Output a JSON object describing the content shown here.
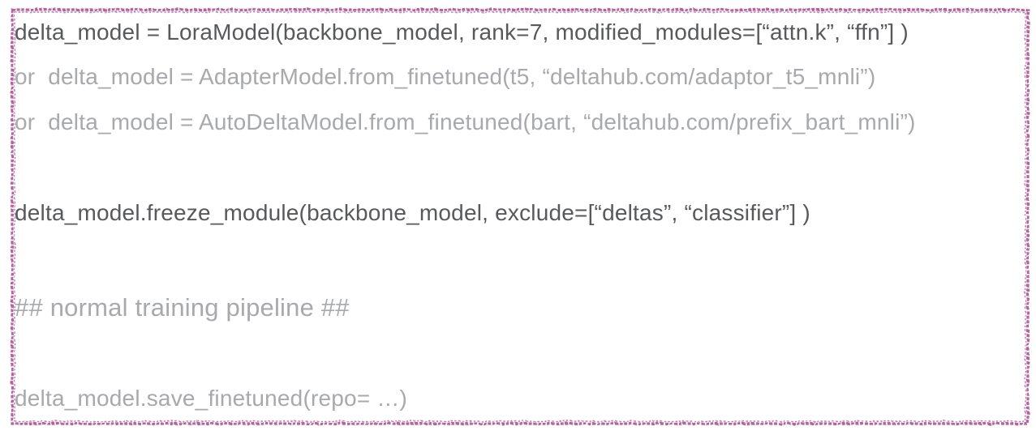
{
  "figure": {
    "title": "delta-model pseudocode example",
    "colors": {
      "border": "#b2659c",
      "dark_text": "#58595b",
      "light_text": "#a7a9ac",
      "background": "#ffffff"
    },
    "lines": [
      {
        "text": "delta_model = LoraModel(backbone_model, rank=7, modified_modules=[“attn.k”, “ffn”] )",
        "tone": "dark"
      },
      {
        "text": "or  delta_model = AdapterModel.from_finetuned(t5, “deltahub.com/adaptor_t5_mnli”)",
        "tone": "light"
      },
      {
        "text": "or  delta_model = AutoDeltaModel.from_finetuned(bart, “deltahub.com/prefix_bart_mnli”)",
        "tone": "light"
      },
      {
        "text": "delta_model.freeze_module(backbone_model, exclude=[“deltas”, “classifier”] )",
        "tone": "dark"
      },
      {
        "text": "## normal training pipeline ##",
        "tone": "light"
      },
      {
        "text": "delta_model.save_finetuned(repo= …)",
        "tone": "light"
      }
    ]
  }
}
